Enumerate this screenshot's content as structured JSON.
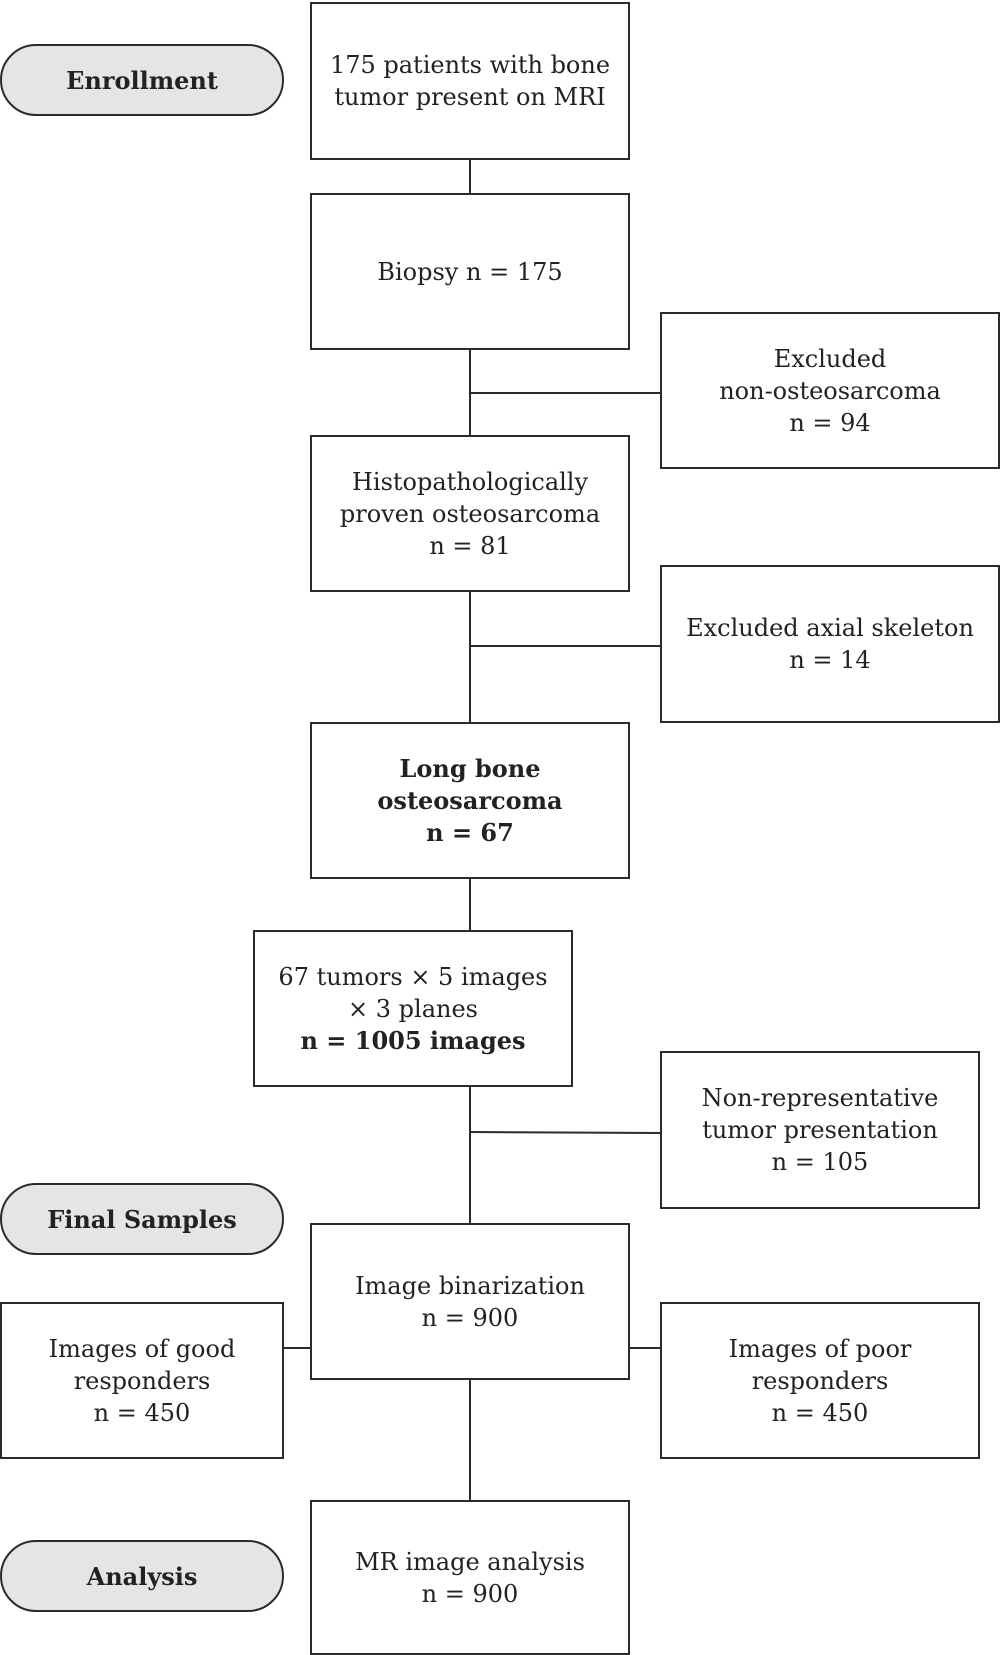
{
  "stages": {
    "enrollment": "Enrollment",
    "final_samples": "Final Samples",
    "analysis": "Analysis"
  },
  "boxes": {
    "enroll": {
      "line1": "175 patients with bone",
      "line2": "tumor present on MRI"
    },
    "biopsy": {
      "line1": "Biopsy n = 175"
    },
    "excluded_nonosteo": {
      "line1": "Excluded",
      "line2": "non-osteosarcoma",
      "line3": "n = 94"
    },
    "histo": {
      "line1": "Histopathologically",
      "line2": "proven osteosarcoma",
      "line3": "n = 81"
    },
    "excluded_axial": {
      "line1": "Excluded axial skeleton",
      "line2": "n = 14"
    },
    "long_bone": {
      "line1": "Long bone osteosarcoma",
      "line2": "n = 67"
    },
    "images": {
      "line1": "67 tumors × 5 images",
      "line2": "× 3 planes",
      "line3": "n = 1005 images"
    },
    "nonrep": {
      "line1": "Non-representative",
      "line2": "tumor presentation",
      "line3": "n = 105"
    },
    "binarization": {
      "line1": "Image binarization",
      "line2": "n = 900"
    },
    "good": {
      "line1": "Images of good",
      "line2": "responders",
      "line3": "n = 450"
    },
    "poor": {
      "line1": "Images of poor",
      "line2": "responders",
      "line3": "n = 450"
    },
    "analysis": {
      "line1": "MR image analysis",
      "line2": "n = 900"
    }
  }
}
